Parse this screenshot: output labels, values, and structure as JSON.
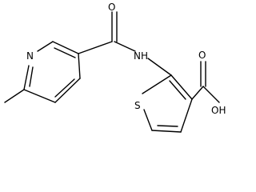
{
  "molecule": {
    "atoms": {
      "pyridine_n": "N",
      "carbonyl_o": "O",
      "amide_nh": "NH",
      "thiophene_s": "S",
      "acid_o": "O",
      "acid_oh": "OH"
    }
  }
}
